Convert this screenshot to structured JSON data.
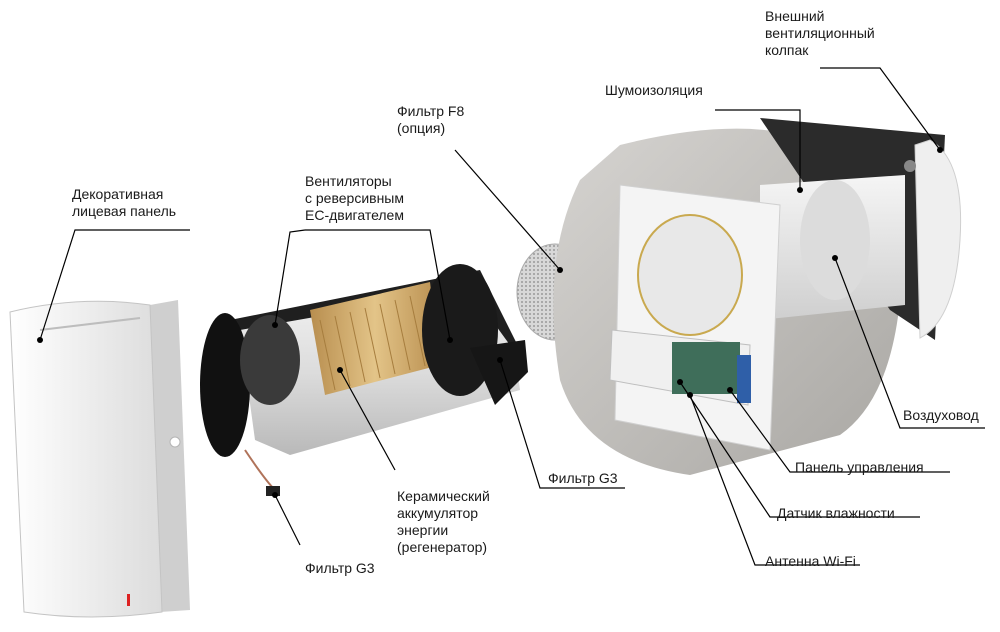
{
  "labels": {
    "outer_hood": "Внешний\nвентиляционный\nколпак",
    "noise_insulation": "Шумоизоляция",
    "filter_f8": "Фильтр F8\n(опция)",
    "fans": "Вентиляторы\nс реверсивным\nEC-двигателем",
    "front_panel": "Декоративная\nлицевая панель",
    "air_duct": "Воздуховод",
    "control_panel": "Панель управления",
    "filter_g3_mid": "Фильтр G3",
    "humidity_sensor": "Датчик влажности",
    "ceramic_accumulator": "Керамический\nаккумулятор\nэнергии\n(регенератор)",
    "wifi_antenna": "Антенна Wi-Fi",
    "filter_g3_bottom": "Фильтр G3"
  },
  "colors": {
    "insulation": "#c8c6c3",
    "metal": "#e6e6e6",
    "dark": "#2a2a2a",
    "ceramic": "#d9b776",
    "panel": "#f4f4f4",
    "board": "#3f6e5a",
    "leader": "#000000"
  }
}
